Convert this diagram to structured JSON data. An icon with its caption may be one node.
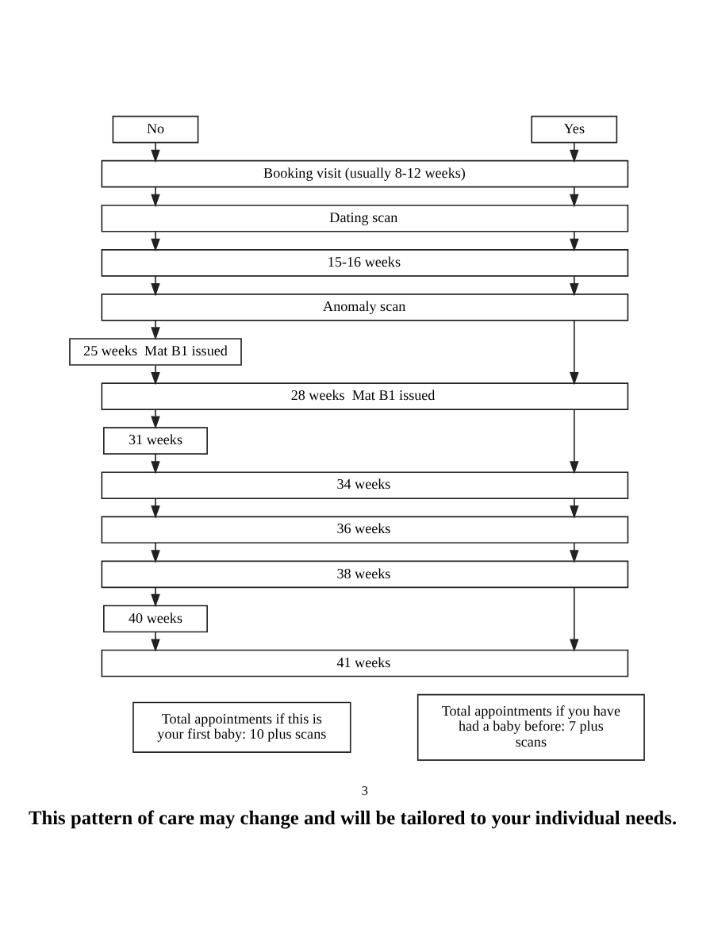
{
  "diagram": {
    "caption": "This pattern of care may change and will be tailored to your individual needs.",
    "nodes": [
      {
        "text": [
          "No"
        ]
      },
      {
        "text": [
          "Yes"
        ]
      },
      {
        "text": [
          "Booking visit (usually 8-12 weeks)"
        ]
      },
      {
        "text": [
          "Dating scan"
        ]
      },
      {
        "text": [
          "15-16 weeks"
        ]
      },
      {
        "text": [
          "Anomaly scan"
        ]
      },
      {
        "text": [
          "25 weeks  Mat B1 issued"
        ]
      },
      {
        "text": [
          "28 weeks  Mat B1 issued"
        ]
      },
      {
        "text": [
          "31 weeks"
        ]
      },
      {
        "text": [
          "34 weeks"
        ]
      },
      {
        "text": [
          "36 weeks"
        ]
      },
      {
        "text": [
          "38 weeks"
        ]
      },
      {
        "text": [
          "40 weeks"
        ]
      },
      {
        "text": [
          "41 weeks"
        ]
      },
      {
        "text": [
          "Total appointments if this is your first baby: 10 plus scans"
        ]
      },
      {
        "text": [
          "Total appointments if you have had a baby before: 7 plus scans"
        ]
      }
    ],
    "edges": [
      {
        "from": 0,
        "to": 2,
        "arrow": "to"
      },
      {
        "from": 1,
        "to": 2,
        "arrow": "to"
      },
      {
        "from": 2,
        "to": 3,
        "arrow": "to"
      },
      {
        "from": 2,
        "to": 3,
        "arrow": "to"
      },
      {
        "from": 3,
        "to": 4,
        "arrow": "to"
      },
      {
        "from": 3,
        "to": 4,
        "arrow": "to"
      },
      {
        "from": 4,
        "to": 5,
        "arrow": "to"
      },
      {
        "from": 4,
        "to": 5,
        "arrow": "to"
      },
      {
        "from": 5,
        "to": 6,
        "arrow": "to"
      },
      {
        "from": 5,
        "to": 7,
        "arrow": "to"
      },
      {
        "from": 6,
        "to": 7,
        "arrow": "to"
      },
      {
        "from": 7,
        "to": 8,
        "arrow": "to"
      },
      {
        "from": 7,
        "to": 9,
        "arrow": "to"
      },
      {
        "from": 8,
        "to": 9,
        "arrow": "to"
      },
      {
        "from": 9,
        "to": 10,
        "arrow": "to"
      },
      {
        "from": 9,
        "to": 10,
        "arrow": "to"
      },
      {
        "from": 10,
        "to": 11,
        "arrow": "to"
      },
      {
        "from": 10,
        "to": 11,
        "arrow": "to"
      },
      {
        "from": 11,
        "to": 12,
        "arrow": "to"
      },
      {
        "from": 11,
        "to": 13,
        "arrow": "to"
      },
      {
        "from": 12,
        "to": 13,
        "arrow": "to"
      }
    ],
    "labels": [
      "3"
    ]
  }
}
